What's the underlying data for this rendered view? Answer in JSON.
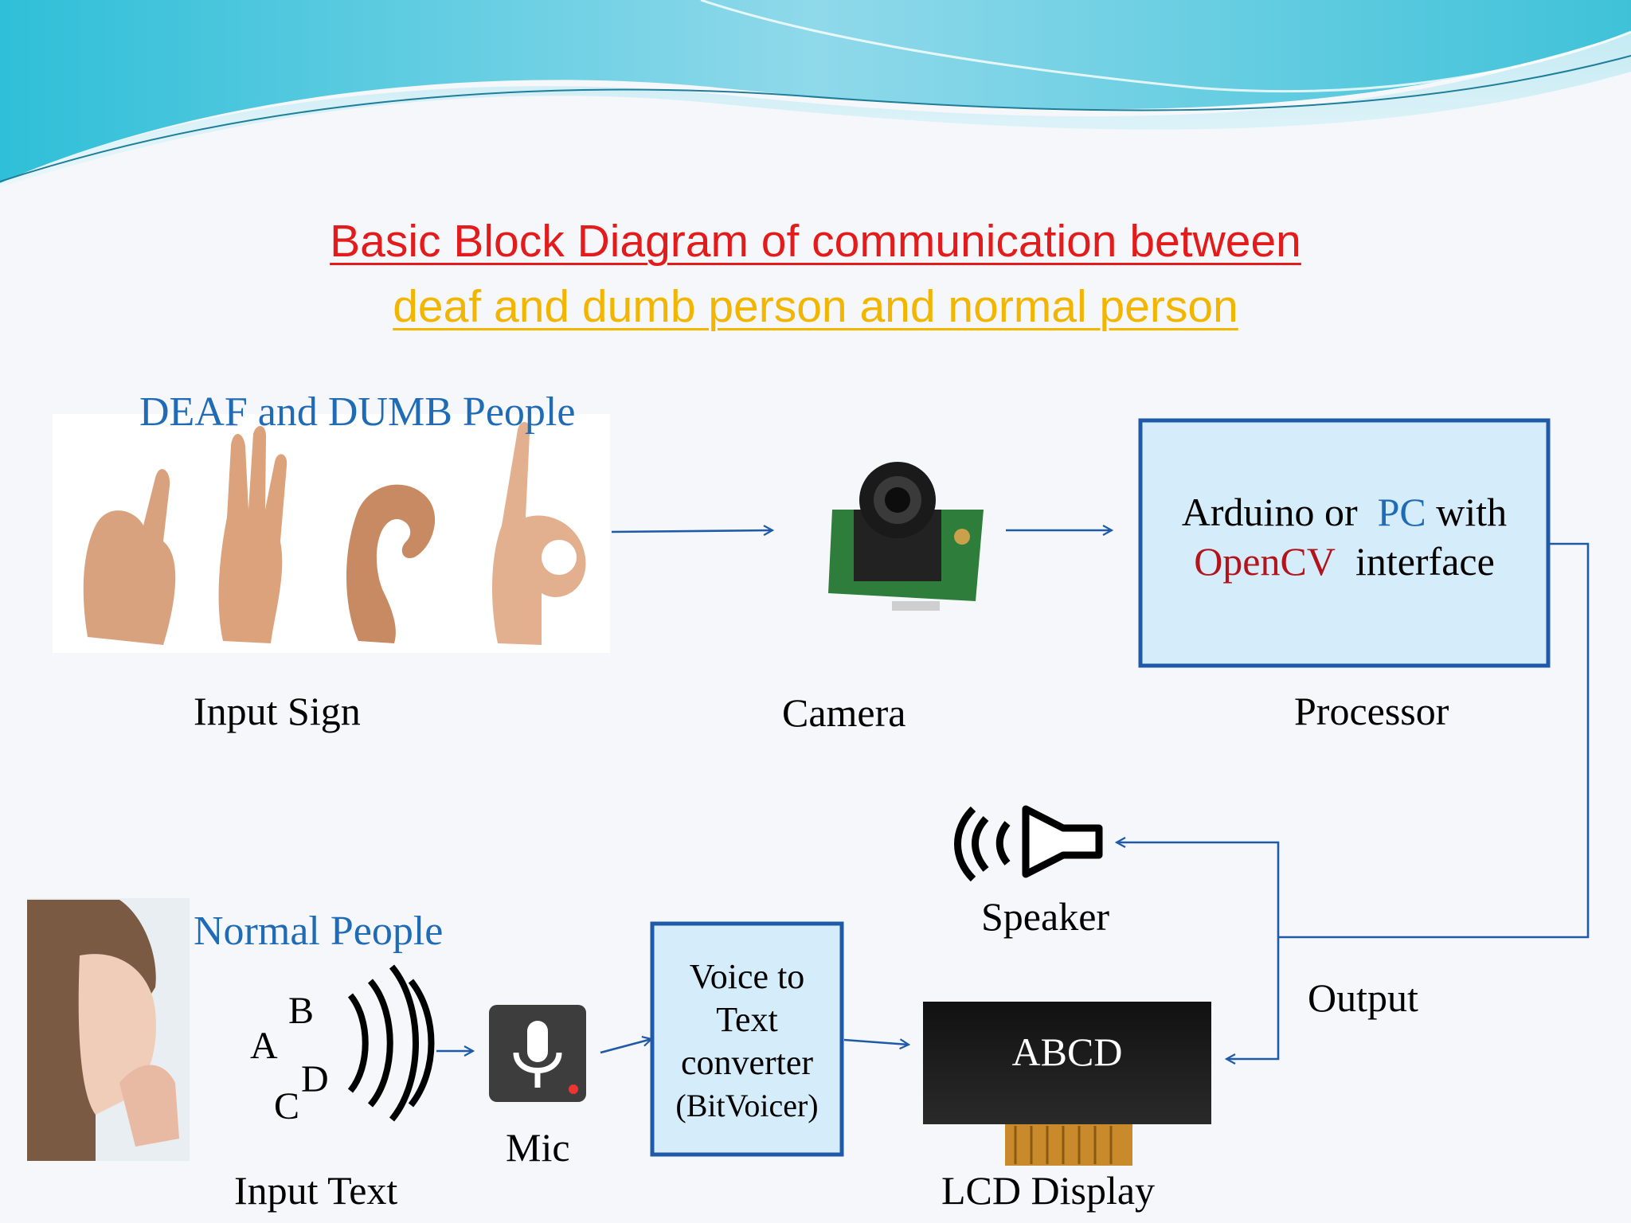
{
  "title": {
    "line1": "Basic Block Diagram of communication between",
    "line2": "deaf and dumb person and normal person"
  },
  "groups": {
    "deaf": "DEAF and DUMB People",
    "normal": "Normal People"
  },
  "labels": {
    "input_sign": "Input Sign",
    "camera": "Camera",
    "processor": "Processor",
    "speaker": "Speaker",
    "output": "Output",
    "input_text": "Input Text",
    "mic": "Mic",
    "lcd": "LCD Display"
  },
  "processor_box": {
    "part1": "Arduino or",
    "part2": "PC",
    "part3": "with",
    "part4": "OpenCV",
    "part5": "interface"
  },
  "converter_box": {
    "line1": "Voice to",
    "line2": "Text",
    "line3": "converter",
    "line4": "(BitVoicer)"
  },
  "lcd_screen": "ABCD",
  "letters": {
    "a": "A",
    "b": "B",
    "c": "C",
    "d": "D"
  },
  "colors": {
    "title1": "#e31b1b",
    "title2": "#f2b500",
    "group": "#1f6bb5",
    "box_fill": "#d5ecfa",
    "box_border": "#1f5aa8",
    "connector": "#1f5aa8"
  },
  "icons": [
    "hand-sign-icon",
    "camera-module-icon",
    "speaker-icon",
    "sound-waves-icon",
    "mic-icon",
    "lcd-module-icon",
    "woman-shouting-image"
  ]
}
